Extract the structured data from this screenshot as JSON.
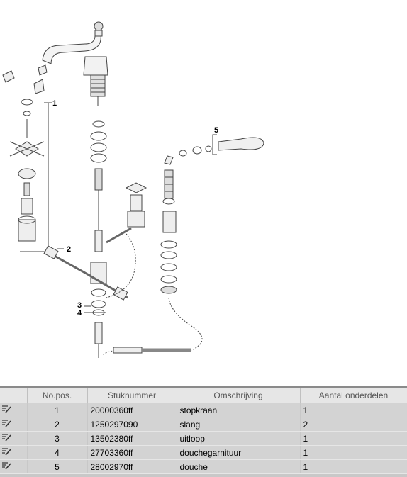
{
  "callouts": [
    "1",
    "2",
    "3",
    "4",
    "5"
  ],
  "table": {
    "columns": [
      "",
      "No.pos.",
      "Stuknummer",
      "Omschrijving",
      "Aantal onderdelen"
    ],
    "rows": [
      {
        "pos": "1",
        "part": "20000360ff",
        "desc": "stopkraan",
        "qty": "1"
      },
      {
        "pos": "2",
        "part": "1250297090",
        "desc": "slang",
        "qty": "2"
      },
      {
        "pos": "3",
        "part": "13502380ff",
        "desc": "uitloop",
        "qty": "1"
      },
      {
        "pos": "4",
        "part": "27703360ff",
        "desc": "douchegarnituur",
        "qty": "1"
      },
      {
        "pos": "5",
        "part": "28002970ff",
        "desc": "douche",
        "qty": "1"
      }
    ],
    "row_icon": "edit-row-icon"
  }
}
